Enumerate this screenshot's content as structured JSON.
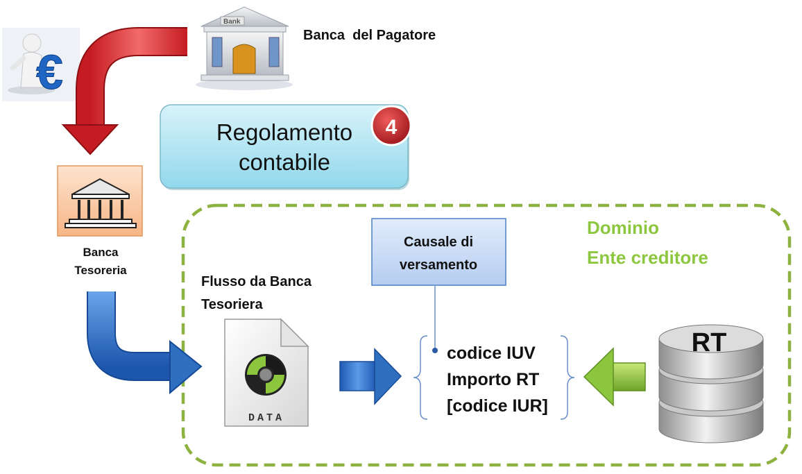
{
  "payer_bank": {
    "label": "Banca  del Pagatore",
    "sign": "Bank"
  },
  "settlement": {
    "line1": "Regolamento",
    "line2": "contabile",
    "step_number": "4"
  },
  "treasury_bank": {
    "line1": "Banca",
    "line2": "Tesoreria"
  },
  "domain": {
    "line1": "Dominio",
    "line2": "Ente creditore"
  },
  "flow_label": {
    "line1": "Flusso da Banca",
    "line2": "Tesoriera"
  },
  "data_file": {
    "label": "DATA"
  },
  "causale": {
    "line1": "Causale di",
    "line2": "versamento"
  },
  "fields": {
    "line1": "codice IUV",
    "line2": "Importo RT",
    "line3": "[codice IUR]"
  },
  "database": {
    "label": "RT"
  },
  "colors": {
    "red_arrow": "#c8262a",
    "blue_arrow": "#2f6fc0",
    "green_arrow": "#8cc63f",
    "domain_border": "#8db23f",
    "domain_text": "#8dc63f",
    "settlement_fill": "#a9e3f1",
    "badge": "#b72025",
    "causale_fill": "#c9daf5"
  }
}
